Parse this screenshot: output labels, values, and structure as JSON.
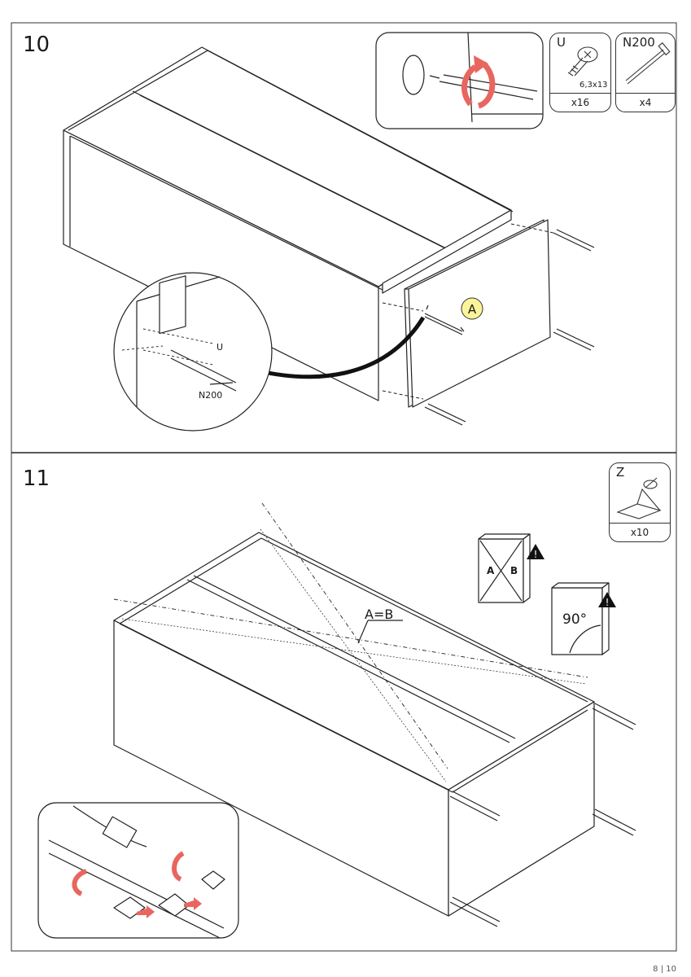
{
  "steps": [
    {
      "number": "10",
      "parts": [
        {
          "code": "U",
          "spec": "6,3x13",
          "qty": "x16"
        },
        {
          "code": "N200",
          "qty": "x4"
        }
      ],
      "detail_labels": [
        "U",
        "N200"
      ],
      "marker": "A"
    },
    {
      "number": "11",
      "parts": [
        {
          "code": "Z",
          "qty": "x10"
        }
      ],
      "measure_label": "A=B",
      "diagonal_labels": [
        "A",
        "B"
      ],
      "angle_label": "90°"
    }
  ],
  "page": "8 | 10",
  "colors": {
    "accent_red": "#e8665f",
    "marker_yellow": "#fbf49a",
    "line": "#222222"
  },
  "icons": [
    "warning-icon",
    "rotate-arrow-icon",
    "screwdriver-icon"
  ]
}
